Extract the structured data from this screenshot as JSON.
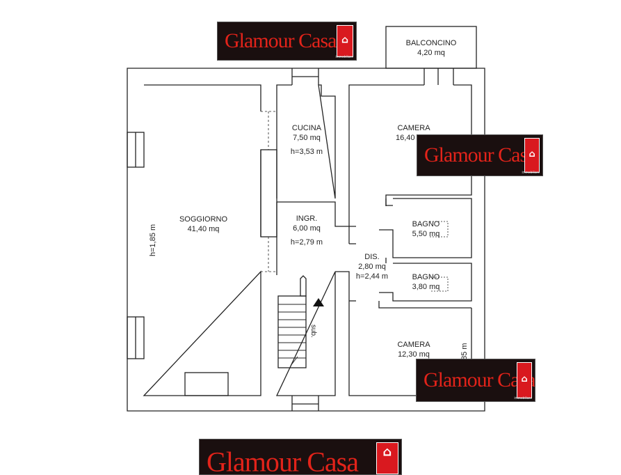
{
  "logo": {
    "word1": "Glamour",
    "word2": "Casa",
    "tagline": "immobiliare",
    "icon": "house-icon",
    "colors": {
      "background": "#1a0f0f",
      "text": "#e2231a",
      "badge": "#d9191f"
    }
  },
  "rooms": {
    "balconcino": {
      "name": "BALCONCINO",
      "area": "4,20 mq"
    },
    "cucina": {
      "name": "CUCINA",
      "area": "7,50 mq",
      "height": "h=3,53 m"
    },
    "soggiorno": {
      "name": "SOGGIORNO",
      "area": "41,40 mq",
      "height": "h=1,85 m"
    },
    "ingresso": {
      "name": "INGR.",
      "area": "6,00 mq",
      "height": "h=2,79 m"
    },
    "disimpegno": {
      "name": "DIS.",
      "area": "2,80 mq",
      "height": "h=2,44 m"
    },
    "camera1": {
      "name": "CAMERA",
      "area": "16,40"
    },
    "bagno1": {
      "name": "BAGNO",
      "area": "5,50 mq"
    },
    "bagno2": {
      "name": "BAGNO",
      "area": "3,80 mq"
    },
    "camera2": {
      "name": "CAMERA",
      "area": "12,30 mq",
      "height": ",85 m"
    }
  },
  "stairs": {
    "label": "sub."
  }
}
